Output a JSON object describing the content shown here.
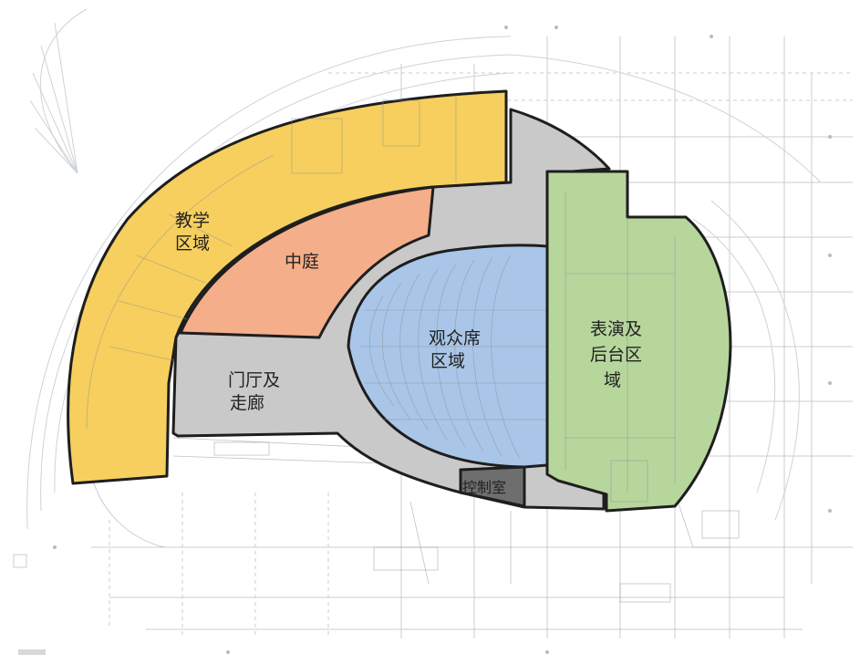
{
  "zones": {
    "teaching": {
      "label_line1": "教学",
      "label_line2": "区域",
      "color": "#f6cf5e"
    },
    "courtyard": {
      "label": "中庭",
      "color": "#f4ae8a"
    },
    "lobby": {
      "label_line1": "门厅及",
      "label_line2": "走廊",
      "color": "#c9c9c9"
    },
    "audience": {
      "label_line1": "观众席",
      "label_line2": "区域",
      "color": "#a9c6e8"
    },
    "stage": {
      "label_line1": "表演及",
      "label_line2": "后台区",
      "label_line3": "域",
      "color": "#b6d69c"
    },
    "control": {
      "label": "控制室",
      "color": "#6e6e6e"
    }
  },
  "colors": {
    "outline": "#1e1e1e",
    "grid": "#c9ccd0",
    "background": "#ffffff"
  }
}
